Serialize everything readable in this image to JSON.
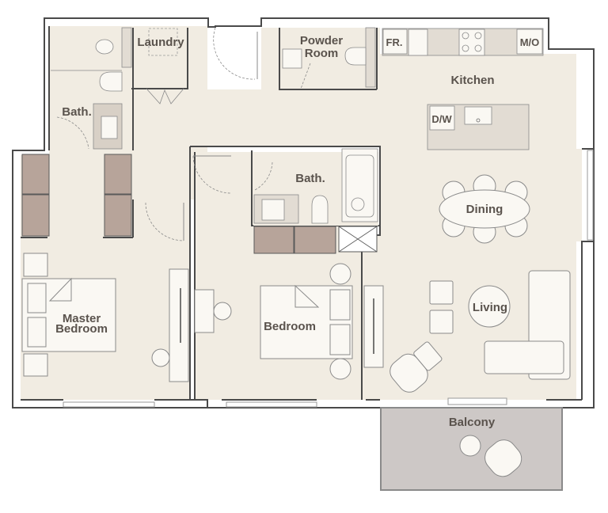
{
  "colors": {
    "floor": "#f1ece2",
    "wall": "#4a4a4a",
    "closet": "#b7a49a",
    "balcony": "#cdc8c6",
    "furniture": "#faf8f3",
    "counter": "#e2dcd3",
    "label": "#5a534d"
  },
  "rooms": {
    "laundry": "Laundry",
    "powder_room_line1": "Powder",
    "powder_room_line2": "Room",
    "kitchen": "Kitchen",
    "bath_master": "Bath.",
    "bath_second": "Bath.",
    "dining": "Dining",
    "living": "Living",
    "master_bedroom_line1": "Master",
    "master_bedroom_line2": "Bedroom",
    "bedroom": "Bedroom",
    "balcony": "Balcony"
  },
  "fixtures": {
    "fridge": "FR.",
    "microwave": "M/O",
    "dishwasher": "D/W"
  }
}
